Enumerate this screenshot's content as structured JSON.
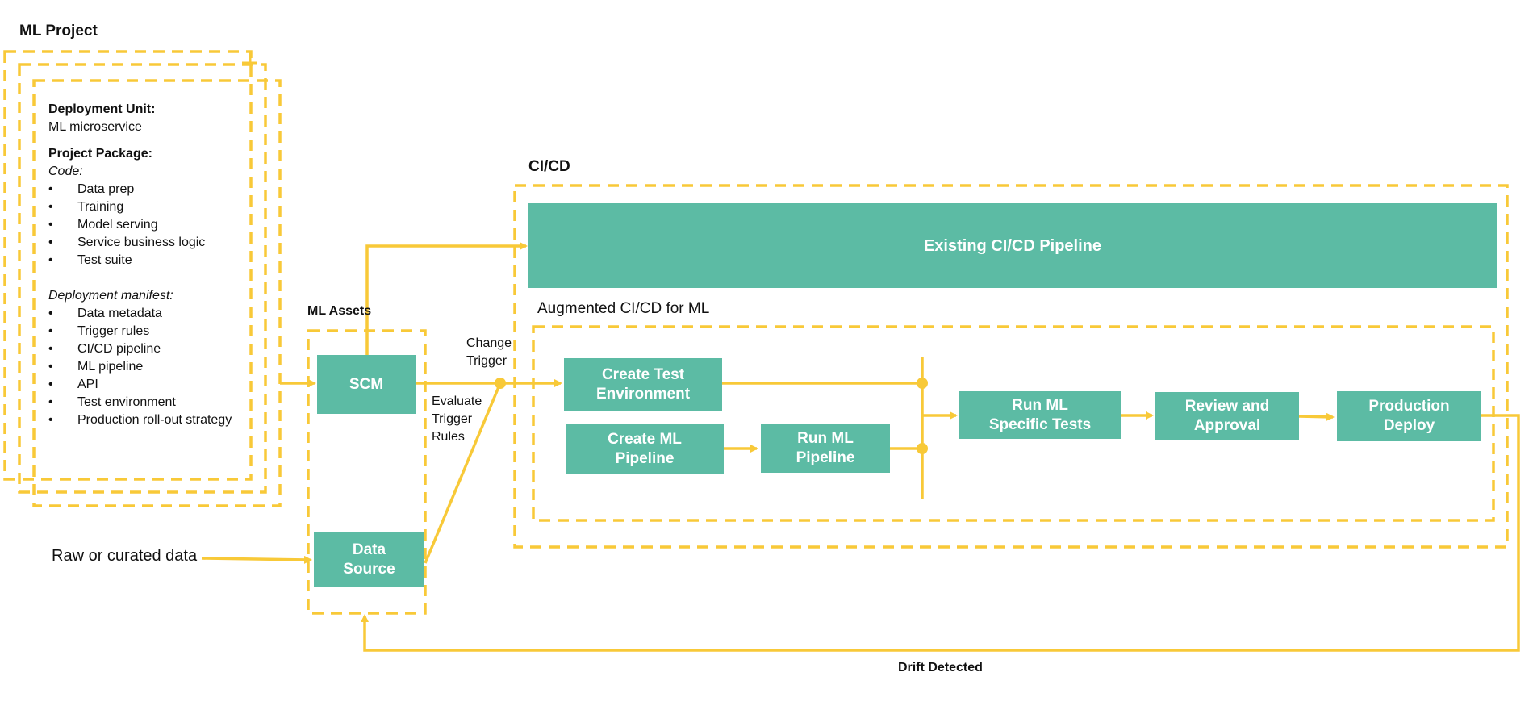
{
  "theme": {
    "accent": "#f8c938",
    "box_fill": "#5cbba4",
    "box_text": "#ffffff"
  },
  "ml_project": {
    "title": "ML Project",
    "deployment_unit_heading": "Deployment Unit:",
    "deployment_unit_value": "ML microservice",
    "project_package_heading": "Project Package:",
    "code_heading": "Code:",
    "code_items": [
      "Data prep",
      "Training",
      "Model serving",
      "Service business logic",
      "Test suite"
    ],
    "manifest_heading": "Deployment manifest:",
    "manifest_items": [
      "Data metadata",
      "Trigger rules",
      "CI/CD pipeline",
      "ML pipeline",
      "API",
      "Test environment",
      "Production roll-out strategy"
    ]
  },
  "ml_assets": {
    "title": "ML Assets",
    "scm": "SCM",
    "data_source": "Data\nSource"
  },
  "raw_data": "Raw or curated data",
  "change_trigger": "Change\nTrigger",
  "evaluate_rules": "Evaluate\nTrigger\nRules",
  "cicd": {
    "title": "CI/CD",
    "existing_pipeline": "Existing CI/CD Pipeline",
    "augmented_title": "Augmented CI/CD for ML",
    "create_test_env": "Create Test\nEnvironment",
    "create_ml_pipeline": "Create ML\nPipeline",
    "run_ml_pipeline": "Run ML\nPipeline",
    "run_ml_tests": "Run ML\nSpecific Tests",
    "review_approval": "Review and\nApproval",
    "production_deploy": "Production\nDeploy"
  },
  "drift_detected": "Drift Detected"
}
